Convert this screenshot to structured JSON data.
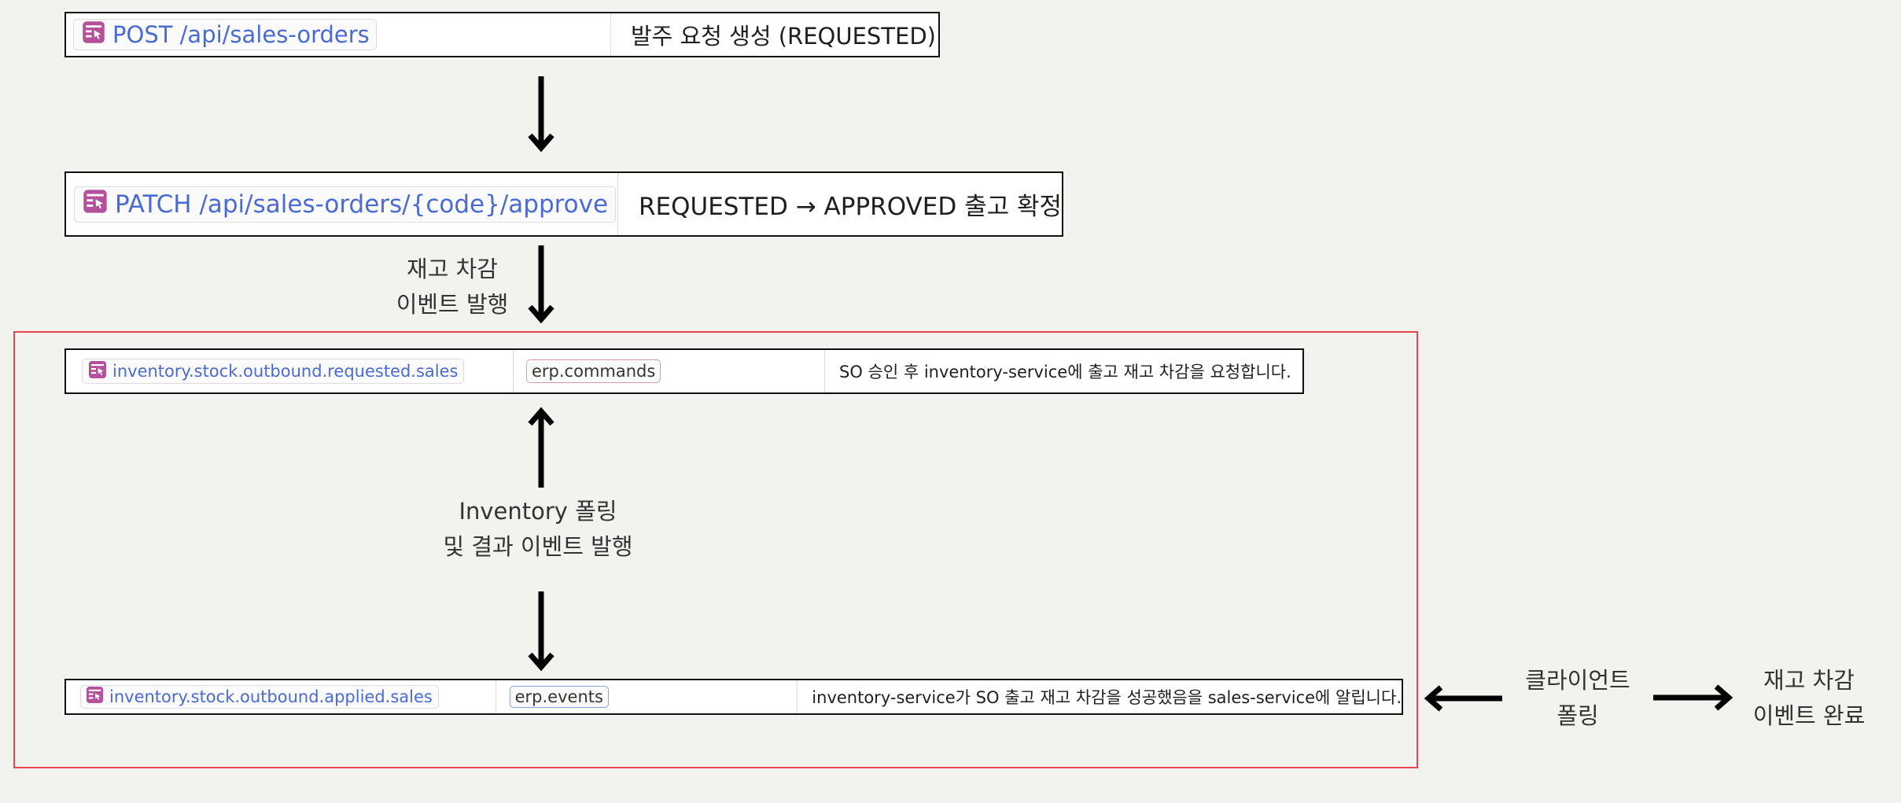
{
  "steps": [
    {
      "endpoint": "POST /api/sales-orders",
      "description": "발주 요청 생성 (REQUESTED)"
    },
    {
      "endpoint": "PATCH /api/sales-orders/{code}/approve",
      "description": "REQUESTED → APPROVED 출고 확정"
    }
  ],
  "topics": [
    {
      "name": "inventory.stock.outbound.requested.sales",
      "channel": "erp.commands",
      "description": "SO 승인 후 inventory-service에 출고 재고 차감을 요청합니다."
    },
    {
      "name": "inventory.stock.outbound.applied.sales",
      "channel": "erp.events",
      "description": "inventory-service가 SO 출고 재고 차감을 성공했음을 sales-service에 알립니다."
    }
  ],
  "labels": {
    "stock_event_publish": [
      "재고 차감",
      "이벤트 발행"
    ],
    "inventory_polling": [
      "Inventory 폴링",
      "및 결과 이벤트 발행"
    ],
    "client_polling": [
      "클라이언트",
      "폴링"
    ],
    "stock_event_done": [
      "재고 차감",
      "이벤트 완료"
    ]
  },
  "icons": {
    "page": "page-icon"
  },
  "colors": {
    "link": "#4a6ad4",
    "icon": "#b5519a",
    "frame": "#e8464a",
    "arrow": "#000000",
    "tag_pink": "#d89ac0",
    "tag_blue": "#8aa2de"
  }
}
